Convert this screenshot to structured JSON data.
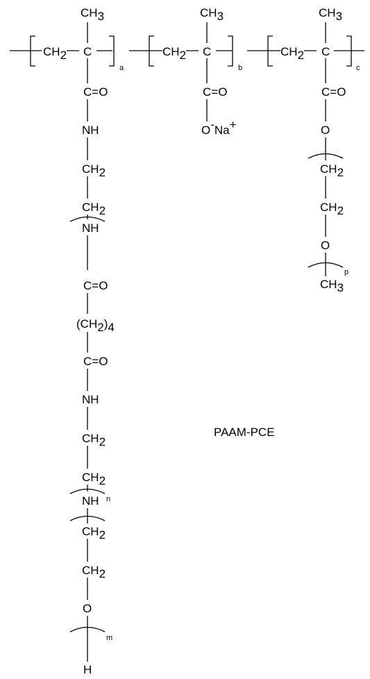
{
  "title": "PAAM-PCE",
  "backbone": {
    "unit_a": {
      "ch2": "CH",
      "ch2_sub": "2",
      "c": "C",
      "methyl": "CH",
      "methyl_sub": "3",
      "index": "a"
    },
    "unit_b": {
      "ch2": "CH",
      "ch2_sub": "2",
      "c": "C",
      "methyl": "CH",
      "methyl_sub": "3",
      "index": "b"
    },
    "unit_c": {
      "ch2": "CH",
      "ch2_sub": "2",
      "c": "C",
      "methyl": "CH",
      "methyl_sub": "3",
      "index": "c"
    }
  },
  "chain_a": {
    "carbonyl1": "C=O",
    "nh1": "NH",
    "ch2_1": "CH",
    "ch2_1_sub": "2",
    "ch2_2": "CH",
    "ch2_2_sub": "2",
    "nh2": "NH",
    "carbonyl2": "C=O",
    "spacer": "(CH",
    "spacer_sub": "2",
    "spacer_close": ")",
    "spacer_count": "4",
    "carbonyl3": "C=O",
    "nh3": "NH",
    "ch2_3": "CH",
    "ch2_3_sub": "2",
    "ch2_4": "CH",
    "ch2_4_sub": "2",
    "n_index": "n",
    "nh4": "NH",
    "ch2_5": "CH",
    "ch2_5_sub": "2",
    "ch2_6": "CH",
    "ch2_6_sub": "2",
    "o": "O",
    "m_index": "m",
    "h": "H"
  },
  "chain_b": {
    "carbonyl": "C=O",
    "o": "O",
    "o_charge": "-",
    "na": "Na",
    "na_charge": "+"
  },
  "chain_c": {
    "carbonyl": "C=O",
    "o1": "O",
    "ch2_1": "CH",
    "ch2_1_sub": "2",
    "ch2_2": "CH",
    "ch2_2_sub": "2",
    "o2": "O",
    "p_index": "p",
    "ch3": "CH",
    "ch3_sub": "3"
  }
}
